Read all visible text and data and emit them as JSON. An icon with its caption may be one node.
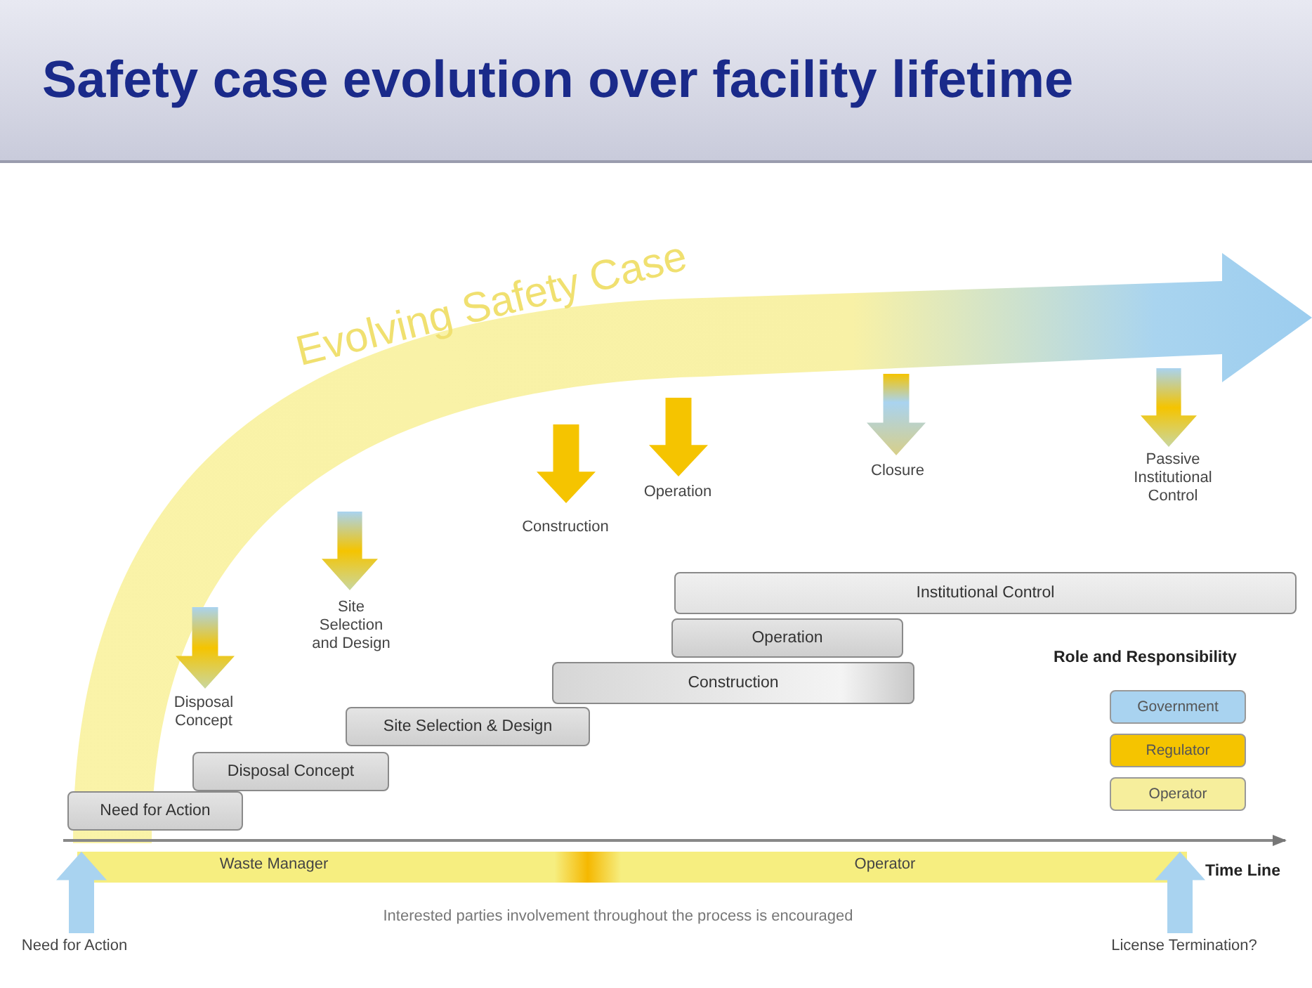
{
  "diagram": {
    "title": "Safety case evolution over facility lifetime",
    "nodes": [
      {
        "text": [
          "Need for Action"
        ]
      },
      {
        "text": [
          "Disposal Concept"
        ]
      },
      {
        "text": [
          "Site Selection & Design"
        ]
      },
      {
        "text": [
          "Construction"
        ]
      },
      {
        "text": [
          "Operation"
        ]
      },
      {
        "text": [
          "Institutional Control"
        ]
      }
    ],
    "labels": [
      "Evolving Safety Case",
      "Disposal Concept",
      "Site Selection and Design",
      "Construction",
      "Operation",
      "Closure",
      "Passive Institutional Control",
      "Role and Responsibility",
      "Waste Manager",
      "Operator",
      "Time Line",
      "Interested parties involvement throughout the process is encouraged",
      "Need for Action",
      "License Termination?"
    ],
    "legend": [
      {
        "text": "Government",
        "color": "#a9d3f0"
      },
      {
        "text": "Regulator",
        "color": "#f5c400"
      },
      {
        "text": "Operator",
        "color": "#f6ee9c"
      }
    ]
  }
}
